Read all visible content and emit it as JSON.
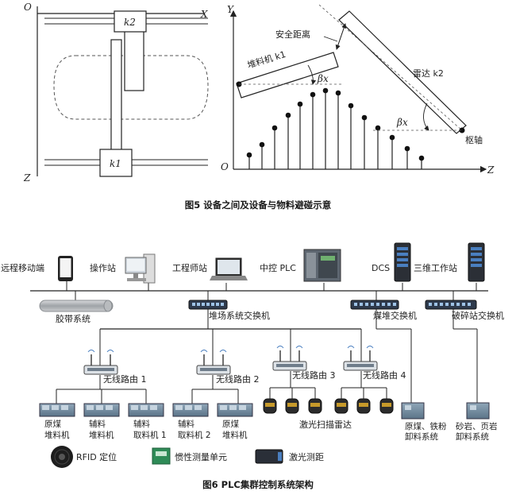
{
  "fig5": {
    "left": {
      "origin": "O",
      "x_axis": "X",
      "z_axis": "Z",
      "k2": "k2",
      "k1": "k1"
    },
    "right": {
      "y_axis": "Y",
      "z_axis": "Z",
      "origin": "O",
      "safety_distance": "安全距离",
      "stacker": "堆料机 k1",
      "radar": "雷达 k2",
      "pivot": "枢轴",
      "beta1": "βx",
      "beta2": "βx"
    },
    "caption": "图5  设备之间及设备与物料避碰示意"
  },
  "fig6": {
    "top": {
      "remote": "远程移动端",
      "operator": "操作站",
      "engineer": "工程师站",
      "plc": "中控 PLC",
      "dcs": "DCS",
      "workstation3d": "三维工作站"
    },
    "belt": "胶带系统",
    "switches": {
      "yard": "堆场系统交换机",
      "coal": "煤堆交换机",
      "crush": "破碎站交换机"
    },
    "routers": [
      "无线路由 1",
      "无线路由 2",
      "无线路由 3",
      "无线路由 4"
    ],
    "radar": "激光扫描雷达",
    "machines": [
      {
        "l1": "原煤",
        "l2": "堆料机"
      },
      {
        "l1": "辅料",
        "l2": "堆料机"
      },
      {
        "l1": "辅料",
        "l2": "取料机 1"
      },
      {
        "l1": "辅料",
        "l2": "取料机 2"
      },
      {
        "l1": "原煤",
        "l2": "堆料机"
      }
    ],
    "unloaders": [
      {
        "l1": "原煤、铁粉",
        "l2": "卸料系统"
      },
      {
        "l1": "砂岩、页岩",
        "l2": "卸料系统"
      }
    ],
    "legend": {
      "rfid": "RFID 定位",
      "imu": "惯性测量单元",
      "laser": "激光测距"
    },
    "caption": "图6  PLC集群控制系统架构"
  }
}
